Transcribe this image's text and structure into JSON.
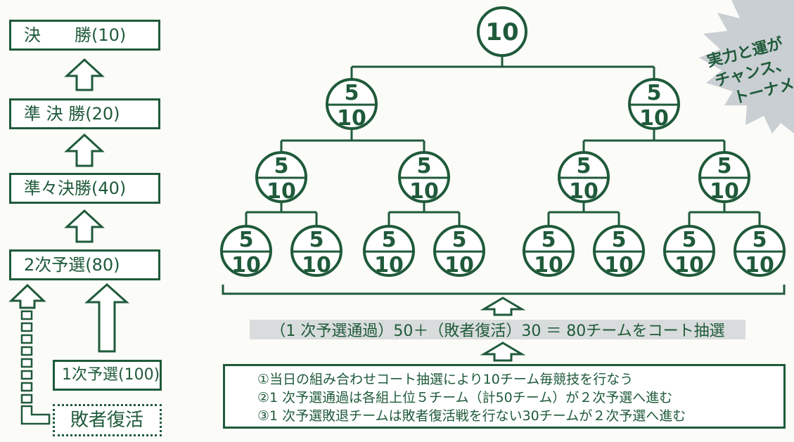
{
  "left_flow": {
    "final": "決　　勝(10)",
    "semifinal": "準 決 勝(20)",
    "quarterfinal": "準々決勝(40)",
    "second_prelim": "2次予選(80)",
    "first_prelim": "1次予選(100)",
    "repechage": "敗者復活"
  },
  "bracket": {
    "root": "10",
    "node_top": "5",
    "node_bottom": "10"
  },
  "caption": "（1 次予選通過）50＋（敗者復活）30 ＝ 80チームをコート抽選",
  "notes": [
    "①当日の組み合わせコート抽選により10チーム毎競技を行なう",
    "②1 次予選通過は各組上位５チーム（計50チーム）が２次予選へ進む",
    "③1 次予選敗退チームは敗者復活戦を行ない30チームが２次予選へ進む"
  ],
  "starburst_lines": [
    "実力と運が",
    "チャンス、",
    "トーナメ"
  ],
  "colors": {
    "ink": "#1f5a3a",
    "caption_bg": "#d9dcdc",
    "burst": "#c9cfd3"
  }
}
